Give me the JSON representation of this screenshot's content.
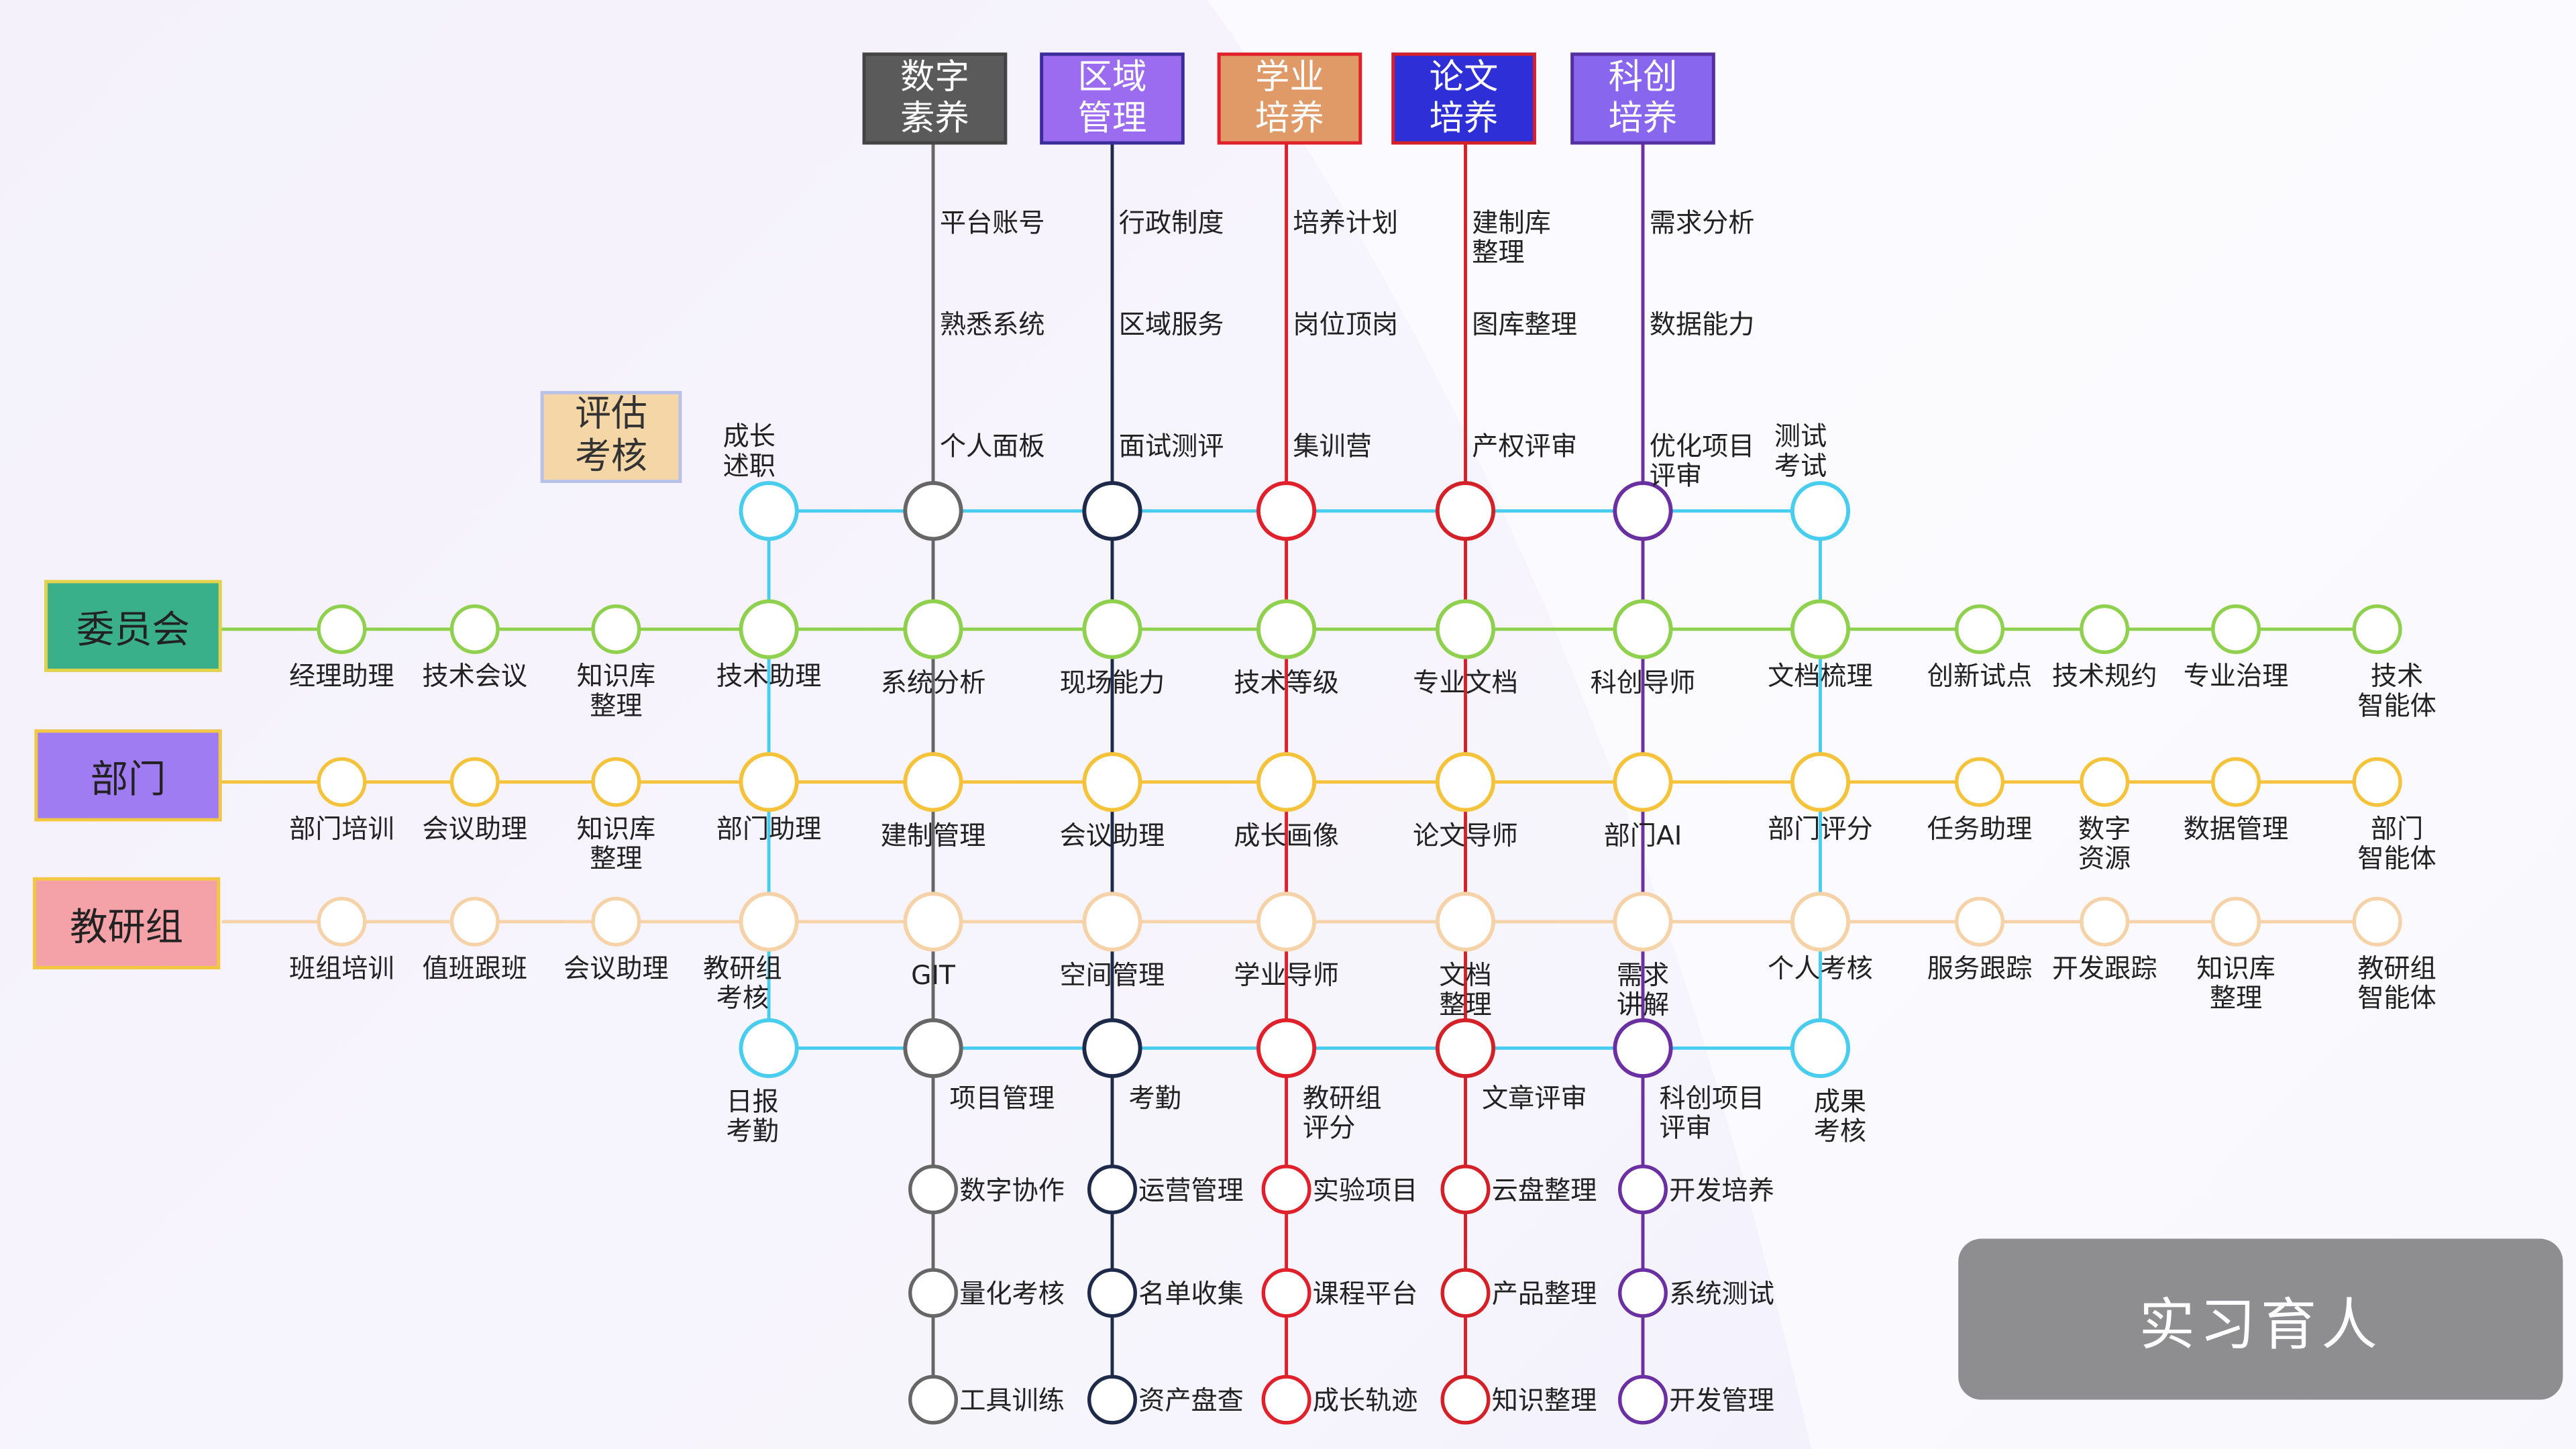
{
  "columns": [
    {
      "key": "digital",
      "label": "数字\n素养",
      "color": "#666666",
      "fill": "#5a5a5a",
      "border": "#444444",
      "upper": [
        "平台账号",
        "熟悉系统",
        "个人面板"
      ],
      "cross": {
        "top": "",
        "r1": "系统分析",
        "r2": "建制管理",
        "r3": "GIT",
        "bottom": "项目管理"
      },
      "lower": [
        "数字协作",
        "量化考核",
        "工具训练"
      ]
    },
    {
      "key": "region",
      "label": "区域\n管理",
      "color": "#1e2a4a",
      "fill": "#9b6bf0",
      "border": "#3b2d99",
      "upper": [
        "行政制度",
        "区域服务",
        "面试测评"
      ],
      "cross": {
        "top": "",
        "r1": "现场能力",
        "r2": "会议助理",
        "r3": "空间管理",
        "bottom": "考勤"
      },
      "lower": [
        "运营管理",
        "名单收集",
        "资产盘查"
      ]
    },
    {
      "key": "study",
      "label": "学业\n培养",
      "color": "#e0202a",
      "fill": "#df9a68",
      "border": "#e0202a",
      "upper": [
        "培养计划",
        "岗位顶岗",
        "集训营"
      ],
      "cross": {
        "top": "",
        "r1": "技术等级",
        "r2": "成长画像",
        "r3": "学业导师",
        "bottom": "教研组\n评分"
      },
      "lower": [
        "实验项目",
        "课程平台",
        "成长轨迹"
      ]
    },
    {
      "key": "paper",
      "label": "论文\n培养",
      "color": "#d42128",
      "fill": "#2f2fd8",
      "border": "#d42128",
      "upper": [
        "建制库\n整理",
        "图库整理",
        "产权评审"
      ],
      "cross": {
        "top": "",
        "r1": "专业文档",
        "r2": "论文导师",
        "r3": "文档\n整理",
        "bottom": "文章评审"
      },
      "lower": [
        "云盘整理",
        "产品整理",
        "知识整理"
      ]
    },
    {
      "key": "innov",
      "label": "科创\n培养",
      "color": "#6a2fa0",
      "fill": "#8866ee",
      "border": "#5530a0",
      "upper": [
        "需求分析",
        "数据能力",
        "优化项目\n评审"
      ],
      "cross": {
        "top": "",
        "r1": "科创导师",
        "r2": "部门AI",
        "r3": "需求\n讲解",
        "bottom": "科创项目\n评审"
      },
      "lower": [
        "开发培养",
        "系统测试",
        "开发管理"
      ]
    }
  ],
  "eval": {
    "label": "评估\n考核",
    "color": "#49cdee",
    "left": {
      "top": "成长\n述职",
      "r1": "技术助理",
      "r2": "部门助理",
      "r3": "教研组\n考核",
      "bottom": "日报\n考勤"
    },
    "right": {
      "top": "测试\n考试",
      "r1": "文档梳理",
      "r2": "部门评分",
      "r3": "个人考核",
      "bottom": "成果\n考核"
    }
  },
  "rows": [
    {
      "key": "committee",
      "label": "委员会",
      "fill": "#3ab08a",
      "border": "#e3d24a",
      "line": "#8fd14f",
      "pre": [
        "经理助理",
        "技术会议",
        "知识库\n整理"
      ],
      "post": [
        "创新试点",
        "技术规约",
        "专业治理",
        "技术\n智能体"
      ]
    },
    {
      "key": "dept",
      "label": "部门",
      "fill": "#a07cf2",
      "border": "#f2c843",
      "line": "#f5c33b",
      "pre": [
        "部门培训",
        "会议助理",
        "知识库\n整理"
      ],
      "post": [
        "任务助理",
        "数字\n资源",
        "数据管理",
        "部门\n智能体"
      ]
    },
    {
      "key": "research",
      "label": "教研组",
      "fill": "#f4a1a8",
      "border": "#f2c843",
      "line": "#f5d2a8",
      "pre": [
        "班组培训",
        "值班跟班",
        "会议助理"
      ],
      "post": [
        "服务跟踪",
        "开发跟踪",
        "知识库\n整理",
        "教研组\n智能体"
      ]
    }
  ],
  "banner": "实习育人"
}
